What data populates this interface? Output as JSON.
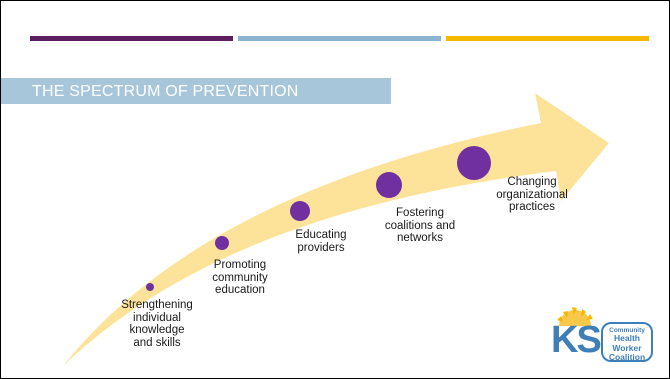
{
  "slide": {
    "title": "THE SPECTRUM OF PREVENTION",
    "accent_colors": [
      "#5b1f5f",
      "#8ab4cf",
      "#f5b800"
    ],
    "arrow_color": "#fde39a",
    "dot_color": "#7030a0"
  },
  "steps": [
    {
      "label": "Strengthening\nindividual\nknowledge\nand skills"
    },
    {
      "label": "Promoting\ncommunity\neducation"
    },
    {
      "label": "Educating\nproviders"
    },
    {
      "label": "Fostering\ncoalitions and\nnetworks"
    },
    {
      "label": "Changing\norganizational\npractices"
    }
  ],
  "logo": {
    "letters": "KS",
    "line1": "Community",
    "line2": "Health",
    "line3": "Worker",
    "line4": "Coalition",
    "icon": "sun-icon"
  }
}
